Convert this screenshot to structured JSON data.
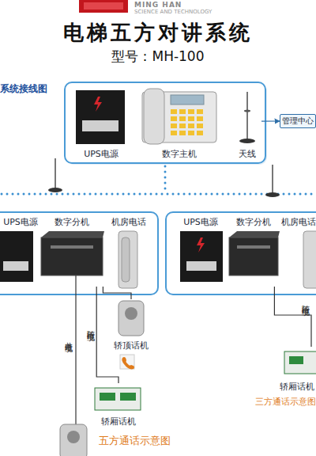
{
  "diagram": {
    "title": "电梯五方对讲系统",
    "nodes": [
      {
        "text": [
          "UPS电源"
        ]
      },
      {
        "text": [
          "数字主机"
        ]
      },
      {
        "text": [
          "天线"
        ]
      },
      {
        "text": [
          "管理中心"
        ]
      },
      {
        "text": [
          "UPS电源"
        ]
      },
      {
        "text": [
          "数字分机"
        ]
      },
      {
        "text": [
          "机房电话"
        ]
      },
      {
        "text": [
          "UPS电源"
        ]
      },
      {
        "text": [
          "数字分机"
        ]
      },
      {
        "text": [
          "机房电话"
        ]
      },
      {
        "text": [
          "轿顶话机"
        ]
      },
      {
        "text": [
          "轿厢话机"
        ]
      },
      {
        "text": [
          "轿厢话机"
        ]
      }
    ],
    "edges": [
      {
        "from": 2,
        "to": 3,
        "arrow": "to"
      },
      {
        "from": 5,
        "to": 10,
        "arrow": "none"
      },
      {
        "from": 5,
        "to": 11,
        "label": "随行电缆",
        "arrow": "none"
      },
      {
        "from": 8,
        "to": 12,
        "label": "随行电缆",
        "arrow": "none"
      }
    ],
    "labels": [
      "MING HAN",
      "SCIENCE AND TECHNOLOGY",
      "型号：MH-100",
      "系统接线图",
      "井道电缆",
      "五方通话示意图",
      "三方通话示意图"
    ]
  }
}
